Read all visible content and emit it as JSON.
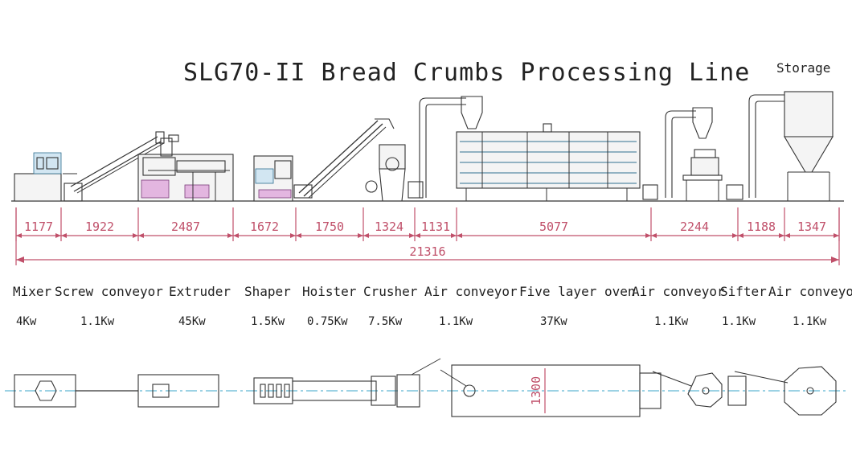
{
  "title": "SLG70-II Bread Crumbs Processing Line",
  "storage_label": "Storage",
  "segments": [
    {
      "dim": "1177",
      "name": "Mixer",
      "power": "4Kw"
    },
    {
      "dim": "1922",
      "name": "Screw conveyor",
      "power": "1.1Kw"
    },
    {
      "dim": "2487",
      "name": "Extruder",
      "power": "45Kw"
    },
    {
      "dim": "1672",
      "name": "Shaper",
      "power": "1.5Kw"
    },
    {
      "dim": "1750",
      "name": "Hoister",
      "power": "0.75Kw"
    },
    {
      "dim": "1324",
      "name": "Crusher",
      "power": "7.5Kw"
    },
    {
      "dim": "1131",
      "name": "Air conveyor",
      "power": "1.1Kw"
    },
    {
      "dim": "5077",
      "name": "Five layer oven",
      "power": "37Kw"
    },
    {
      "dim": "2244",
      "name": "Air conveyor",
      "power": "1.1Kw"
    },
    {
      "dim": "1188",
      "name": "Sifter",
      "power": "1.1Kw"
    },
    {
      "dim": "1347",
      "name": "Air conveyor",
      "power": "1.1Kw"
    }
  ],
  "total_length": "21316",
  "oven_width": "1300"
}
